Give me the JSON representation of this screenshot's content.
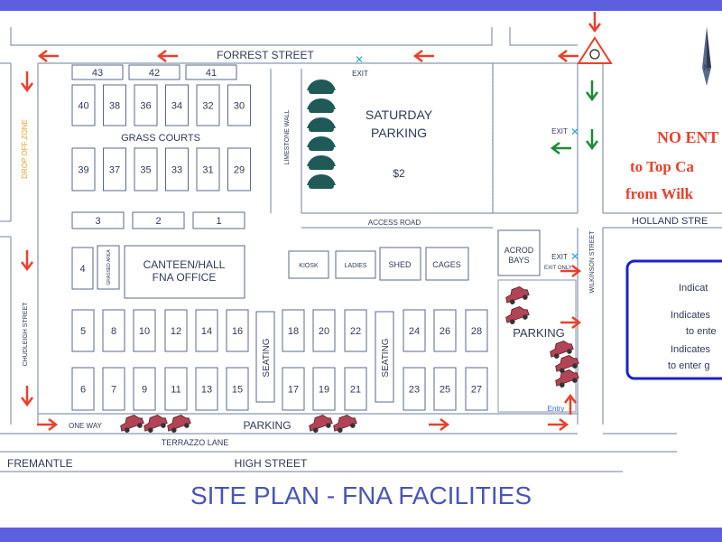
{
  "colors": {
    "frame": "#5b5fe0",
    "map_bg": "#ffffff",
    "text": "#2f3a5a",
    "red_arrow": "#e8412c",
    "green_arrow": "#1c8a3a",
    "notice": "#e8412c",
    "legend_border": "#1a23c9",
    "car": "#b34456",
    "exit_x": "#2aa3dc",
    "tree": "#1f5a58"
  },
  "title": "SITE PLAN - FNA FACILITIES",
  "streets": {
    "forrest": "FORREST STREET",
    "holland": "HOLLAND STRE",
    "high": "HIGH STREET",
    "fremantle": "FREMANTLE",
    "terrazzo": "TERRAZZO LANE",
    "chudleigh": "CHUDLEIGH STREET",
    "wilkinson": "WILKINSON STREET",
    "limestone": "LIMESTONE WALL",
    "access": "ACCESS ROAD",
    "drop_off": "DROP OFF ZONE"
  },
  "areas": {
    "grass_courts": "GRASS COURTS",
    "saturday_parking_1": "SATURDAY",
    "saturday_parking_2": "PARKING",
    "price": "$2",
    "canteen_1": "CANTEEN/HALL",
    "canteen_2": "FNA OFFICE",
    "grassed_area": "GRASSED AREA",
    "kiosk": "KIOSK",
    "ladies": "LADIES",
    "shed": "SHED",
    "cages": "CAGES",
    "acrod_1": "ACROD",
    "acrod_2": "BAYS",
    "parking_right": "PARKING",
    "parking_bottom": "PARKING",
    "one_way": "ONE WAY",
    "seating": "SEATING",
    "entry": "Entry"
  },
  "exits": {
    "exit1": "EXIT",
    "exit2": "EXIT",
    "exit3": "EXIT",
    "exit_only": "EXIT ONLY"
  },
  "courts": {
    "top_row": [
      "43",
      "42",
      "41"
    ],
    "row1": [
      "40",
      "38",
      "36",
      "34",
      "32",
      "30"
    ],
    "row2": [
      "39",
      "37",
      "35",
      "33",
      "31",
      "29"
    ],
    "row3": [
      "3",
      "2",
      "1"
    ],
    "four": "4",
    "bottom_upper": [
      "5",
      "8",
      "10",
      "12",
      "14",
      "16",
      "18",
      "20",
      "22",
      "24",
      "26",
      "28"
    ],
    "bottom_lower": [
      "6",
      "7",
      "9",
      "11",
      "13",
      "15",
      "17",
      "19",
      "21",
      "23",
      "25",
      "27"
    ]
  },
  "notice": {
    "line1": "NO ENT",
    "line2": "to Top Ca",
    "line3": "from Wilk"
  },
  "legend": {
    "car_label": "Indicat",
    "red_line1": "Indicates",
    "red_line2": "to ente",
    "green_line1": "Indicates",
    "green_line2": "to enter g"
  },
  "compass": "N"
}
